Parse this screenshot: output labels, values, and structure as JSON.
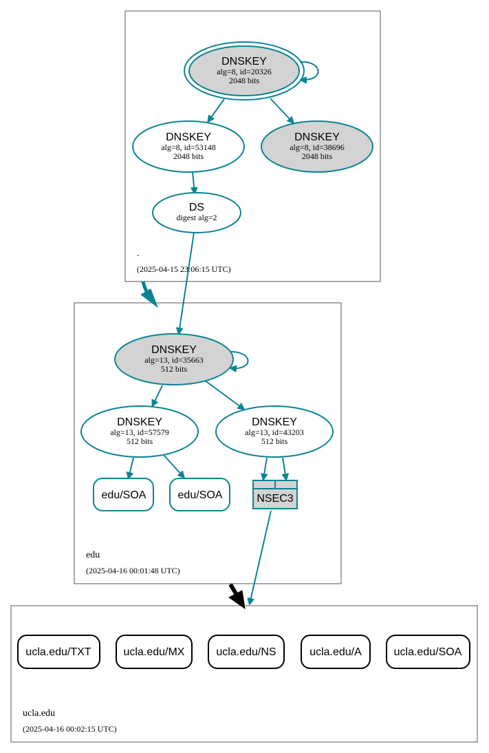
{
  "colors": {
    "edge": "#0a8494",
    "ksk_fill": "#d3d3d3",
    "plain_fill": "#ffffff",
    "zone_border": "#555555",
    "delegation_black": "#000000"
  },
  "zones": {
    "root": {
      "name": ".",
      "timestamp": "(2025-04-15 23:06:15 UTC)"
    },
    "edu": {
      "name": "edu",
      "timestamp": "(2025-04-16 00:01:48 UTC)"
    },
    "ucla": {
      "name": "ucla.edu",
      "timestamp": "(2025-04-16 00:02:15 UTC)"
    }
  },
  "nodes": {
    "root_ksk": {
      "title": "DNSKEY",
      "detail": "alg=8, id=20326",
      "bits": "2048 bits"
    },
    "root_zsk": {
      "title": "DNSKEY",
      "detail": "alg=8, id=53148",
      "bits": "2048 bits"
    },
    "root_k3": {
      "title": "DNSKEY",
      "detail": "alg=8, id=38696",
      "bits": "2048 bits"
    },
    "ds": {
      "title": "DS",
      "detail": "digest alg=2"
    },
    "edu_ksk": {
      "title": "DNSKEY",
      "detail": "alg=13, id=35663",
      "bits": "512 bits"
    },
    "edu_zsk1": {
      "title": "DNSKEY",
      "detail": "alg=13, id=57579",
      "bits": "512 bits"
    },
    "edu_zsk2": {
      "title": "DNSKEY",
      "detail": "alg=13, id=43203",
      "bits": "512 bits"
    },
    "edu_soa1": {
      "label": "edu/SOA"
    },
    "edu_soa2": {
      "label": "edu/SOA"
    },
    "nsec3": {
      "label": "NSEC3"
    }
  },
  "ucla_records": [
    {
      "label": "ucla.edu/TXT"
    },
    {
      "label": "ucla.edu/MX"
    },
    {
      "label": "ucla.edu/NS"
    },
    {
      "label": "ucla.edu/A"
    },
    {
      "label": "ucla.edu/SOA"
    }
  ]
}
